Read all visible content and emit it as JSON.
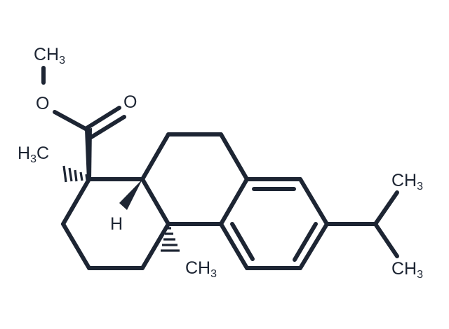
{
  "molecule": {
    "atom_labels": {
      "methyl_ester": {
        "main": "CH",
        "sub": "3"
      },
      "ester_oxygen": {
        "main": "O"
      },
      "carbonyl_oxygen": {
        "main": "O"
      },
      "c1_methyl": {
        "pre": "H",
        "sub": "3",
        "post": "C"
      },
      "c10_methyl": {
        "main": "CH",
        "sub": "3"
      },
      "hydrogen": {
        "main": "H"
      },
      "isopropyl_top": {
        "main": "CH",
        "sub": "3"
      },
      "isopropyl_bottom": {
        "main": "CH",
        "sub": "3"
      }
    }
  },
  "colors": {
    "bond": "#1d2533",
    "text": "#1d2533",
    "background": "#ffffff"
  }
}
